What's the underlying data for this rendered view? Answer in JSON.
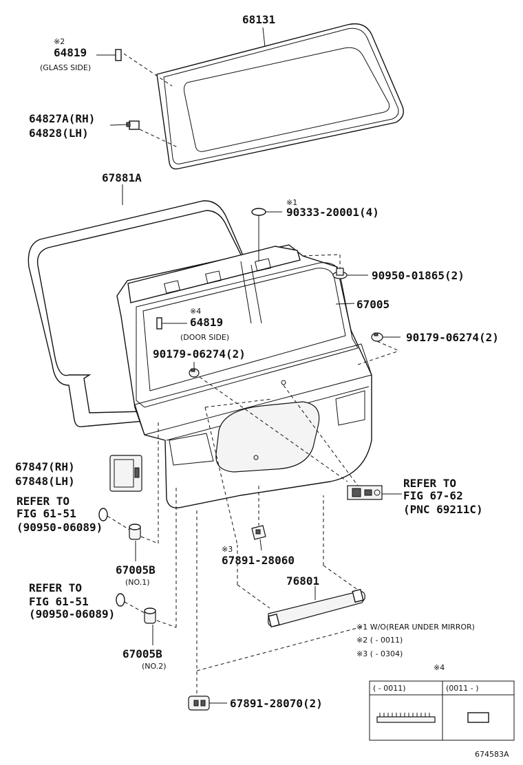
{
  "labels": {
    "p68131": "68131",
    "note2_top": "※2",
    "p64819_glass": "64819",
    "glass_side": "(GLASS SIDE)",
    "p64827": "64827A(RH)",
    "p64828": "64828(LH)",
    "p67881": "67881A",
    "note1_mark": "※1",
    "p90333": "90333-20001(4)",
    "p90950_01865": "90950-01865(2)",
    "p67005": "67005",
    "note4_mark": "※4",
    "p64819_door": "64819",
    "door_side": "(DOOR SIDE)",
    "p90179_right": "90179-06274(2)",
    "p90179_left": "90179-06274(2)",
    "p67847": "67847(RH)",
    "p67848": "67848(LH)",
    "ref1_a": "REFER TO",
    "ref1_b": "FIG 61-51",
    "ref1_c": "(90950-06089)",
    "ref2_a": "REFER TO",
    "ref2_b": "FIG 67-62",
    "ref2_c": "(PNC 69211C)",
    "note3_mark": "※3",
    "p67891_28060": "67891-28060",
    "p67005b_1": "67005B",
    "no1": "(NO.1)",
    "ref3_a": "REFER TO",
    "ref3_b": "FIG 61-51",
    "ref3_c": "(90950-06089)",
    "p76801": "76801",
    "p67005b_2": "67005B",
    "no2": "(NO.2)",
    "p67891_28070": "67891-28070(2)"
  },
  "footnotes": {
    "n1": "※1 W/O(REAR UNDER MIRROR)",
    "n2": "※2 (      - 0011)",
    "n3": "※3 (      - 0304)",
    "table_mark": "※4",
    "col1": "(      - 0011)",
    "col2": "(0011 -      )"
  },
  "drawing_id": "674583A"
}
